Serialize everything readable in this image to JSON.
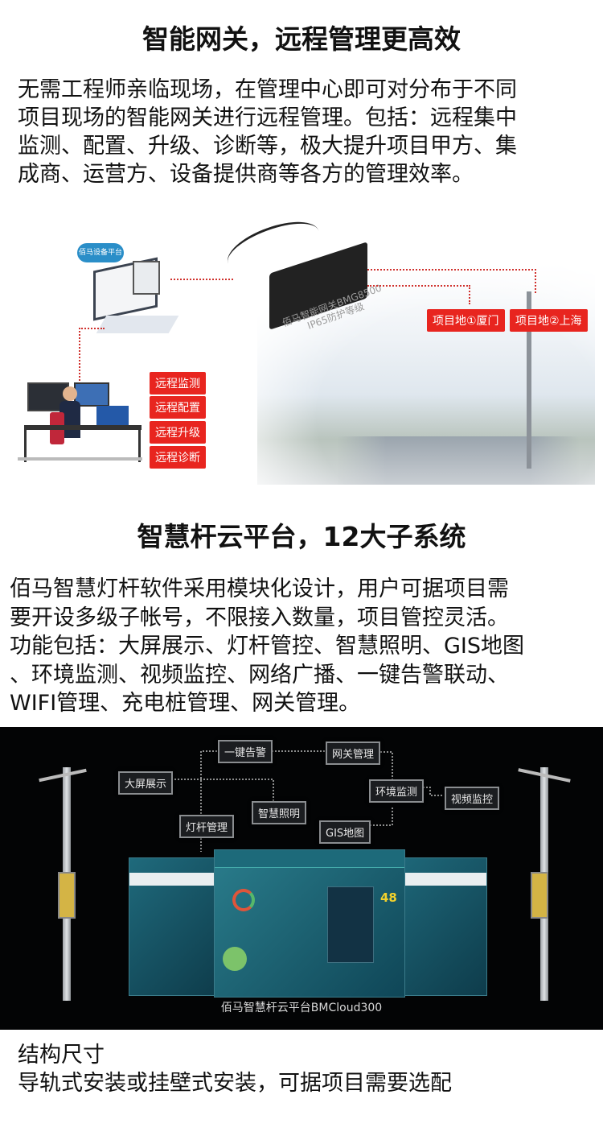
{
  "section1": {
    "title": "智能网关，远程管理更高效",
    "lines": [
      "无需工程师亲临现场，在管理中心即可对分布于不同",
      "项目现场的智能网关进行远程管理。包括：远程集中",
      "监测、配置、升级、诊断等，极大提升项目甲方、集",
      "成商、运营方、设备提供商等各方的管理效率。"
    ],
    "illustration": {
      "platform_label": "佰马设备平台",
      "gateway_label": "佰马智能网关BMG8500",
      "gateway_sub": "IP65防护等级",
      "site_tags": [
        "项目地①厦门",
        "项目地②上海"
      ],
      "remote_tags": [
        "远程监测",
        "远程配置",
        "远程升级",
        "远程诊断"
      ]
    }
  },
  "section2": {
    "title": "智慧杆云平台，12大子系统",
    "lines": [
      "佰马智慧灯杆软件采用模块化设计，用户可据项目需",
      "要开设多级子帐号，不限接入数量，项目管控灵活。",
      "功能包括：大屏展示、灯杆管控、智慧照明、GIS地图",
      "、环境监测、视频监控、网络广播、一键告警联动、",
      "WIFI管理、充电桩管理、网关管理。"
    ],
    "diagram": {
      "modules": [
        "一键告警",
        "网关管理",
        "大屏展示",
        "环境监测",
        "视频监控",
        "智慧照明",
        "灯杆管理",
        "GIS地图"
      ],
      "screen_value": "48",
      "caption": "佰马智慧杆云平台BMCloud300"
    }
  },
  "section3": {
    "title": "结构尺寸",
    "text": "导轨式安装或挂壁式安装，可据项目需要选配"
  },
  "colors": {
    "accent_red": "#e8251f",
    "dark_bg": "#030405"
  }
}
